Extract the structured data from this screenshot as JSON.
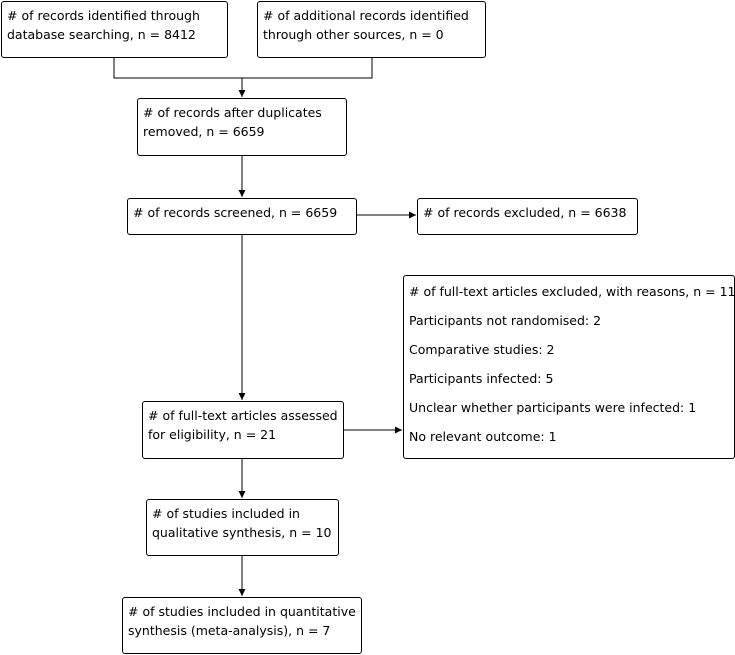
{
  "boxes": {
    "identified_db": [
      "# of records identified through",
      "database searching, n = 8412"
    ],
    "identified_other": [
      "# of additional records identified",
      "through other sources, n = 0"
    ],
    "after_duplicates": [
      "# of records after duplicates",
      "removed, n = 6659"
    ],
    "screened": [
      "# of records screened, n = 6659"
    ],
    "excluded": [
      "# of records excluded, n = 6638"
    ],
    "fulltext_excluded": {
      "title": "# of full-text articles excluded, with reasons, n = 11",
      "reasons": [
        "Participants not randomised: 2",
        "Comparative studies: 2",
        "Participants infected: 5",
        "Unclear whether participants were infected: 1",
        "No relevant outcome: 1"
      ]
    },
    "fulltext_assessed": [
      "# of full-text articles assessed",
      "for eligibility, n = 21"
    ],
    "qualitative": [
      "# of studies included in",
      "qualitative synthesis, n = 10"
    ],
    "quantitative": [
      "# of studies included in quantitative",
      "synthesis (meta-analysis), n = 7"
    ]
  }
}
